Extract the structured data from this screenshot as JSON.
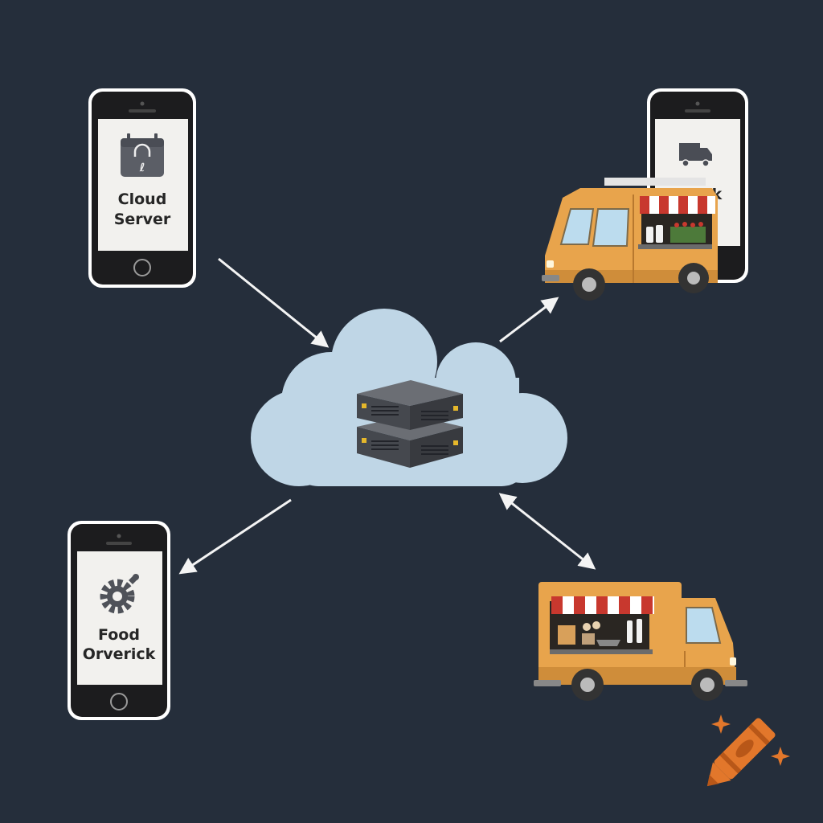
{
  "colors": {
    "background": "#252e3b",
    "phone_frame": "#ffffff",
    "phone_body": "#1c1c1e",
    "phone_screen": "#f2f1ee",
    "cloud": "#bfd6e6",
    "server": "#3b3d42",
    "truck_body": "#e8a44c",
    "awning_red": "#c8382e",
    "arrow": "#f4f4f4",
    "crayon": "#e2772b"
  },
  "phones": [
    {
      "id": "top-left",
      "icon": "calendar-lock-icon",
      "line1": "Cloud",
      "line2": "Server"
    },
    {
      "id": "top-right",
      "icon": "delivery-truck-icon",
      "partial_label": "k"
    },
    {
      "id": "bottom-left",
      "icon": "gear-icon",
      "line1": "Food",
      "line2": "Orverick"
    }
  ],
  "center": {
    "icon": "cloud-server-icon"
  },
  "trucks": [
    {
      "id": "top-right-truck",
      "icon": "food-truck-icon"
    },
    {
      "id": "bottom-right-truck",
      "icon": "food-truck-icon"
    }
  ],
  "connections": [
    {
      "from": "phone-top-left",
      "to": "cloud",
      "direction": "to-cloud"
    },
    {
      "from": "cloud",
      "to": "truck-top-right",
      "direction": "from-cloud"
    },
    {
      "from": "cloud",
      "to": "phone-bottom-left",
      "direction": "from-cloud"
    },
    {
      "from": "cloud",
      "to": "truck-bottom-right",
      "direction": "bidirectional"
    }
  ],
  "decoration": {
    "icon": "crayon-icon"
  }
}
